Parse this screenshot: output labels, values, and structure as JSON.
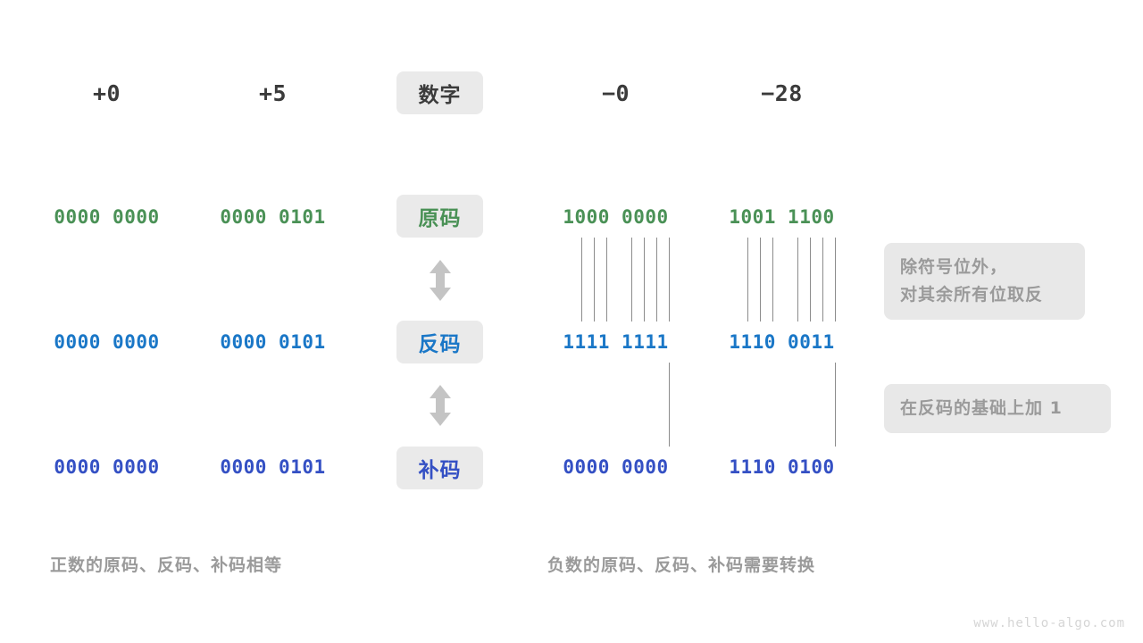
{
  "diagram": {
    "title_row": {
      "label": "数字",
      "columns": [
        {
          "name": "pos-zero",
          "value": "+0"
        },
        {
          "name": "pos-five",
          "value": "+5"
        },
        {
          "name": "neg-zero",
          "value": "−0"
        },
        {
          "name": "neg-28",
          "value": "−28"
        }
      ]
    },
    "rows": [
      {
        "key": "sign-magnitude",
        "label": "原码",
        "color": "#4a9156",
        "values": {
          "pos_zero": "0000 0000",
          "pos_five": "0000 0101",
          "neg_zero": "1000 0000",
          "neg_28": "1001 1100"
        }
      },
      {
        "key": "ones-complement",
        "label": "反码",
        "color": "#1a77c7",
        "values": {
          "pos_zero": "0000 0000",
          "pos_five": "0000 0101",
          "neg_zero": "1111 1111",
          "neg_28": "1110 0011"
        }
      },
      {
        "key": "twos-complement",
        "label": "补码",
        "color": "#3450c4",
        "values": {
          "pos_zero": "0000 0000",
          "pos_five": "0000 0101",
          "neg_zero": "0000 0000",
          "neg_28": "1110 0100"
        }
      }
    ],
    "annotations": [
      {
        "key": "invert-bits",
        "line1": "除符号位外，",
        "line2": "对其余所有位取反"
      },
      {
        "key": "add-one",
        "line1": "在反码的基础上加 1"
      }
    ],
    "captions": {
      "left": "正数的原码、反码、补码相等",
      "right": "负数的原码、反码、补码需要转换"
    },
    "watermark": "www.hello-algo.com",
    "palette": {
      "badge_bg": "#eaeaea",
      "callout_bg": "#e8e8e8",
      "muted_text": "#9a9a9a",
      "dark_text": "#3b3b3b",
      "connector": "#8c8c8c",
      "arrow": "#c4c4c4",
      "green": "#4a9156",
      "blue": "#1a77c7",
      "indigo": "#3450c4"
    }
  }
}
